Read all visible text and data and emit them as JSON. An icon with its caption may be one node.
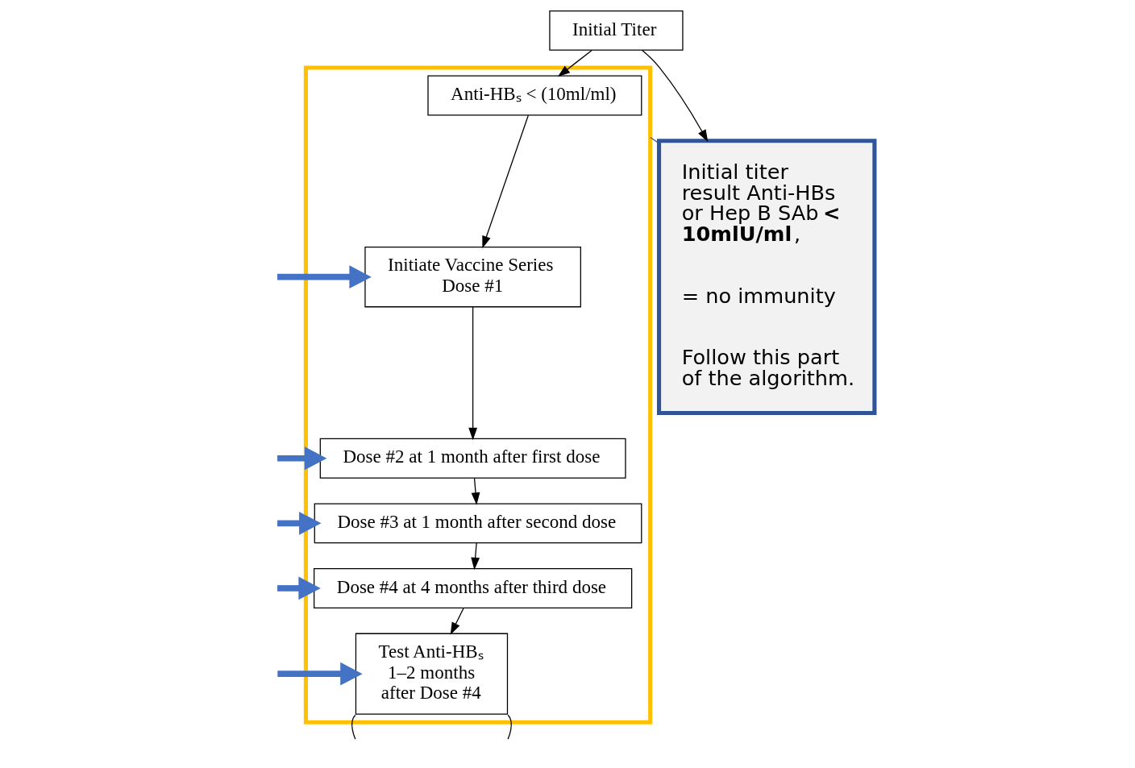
{
  "diagram": {
    "nodes": [
      {
        "text": [
          "Initial Titer"
        ]
      },
      {
        "text": [],
        "shape": "box"
      },
      {
        "text": [
          "Anti-HBₛ < (10ml/ml)"
        ],
        "in": 1
      },
      {
        "text": [
          "Initiate Vaccine Series Dose #1"
        ],
        "in": 1
      },
      {
        "text": [
          "Dose #2 at 1 month after first dose"
        ],
        "in": 1
      },
      {
        "text": [
          "Dose #3 at 1 month after second dose"
        ],
        "in": 1
      },
      {
        "text": [
          "Dose #4 at 4 months after third dose"
        ],
        "in": 1
      },
      {
        "text": [
          "Test Anti-HBₛ 1–2 months after Dose #4"
        ],
        "in": 1
      },
      {
        "text": [
          "Initial titer result Anti-HBs or Hep B SAb **< 10mlU/ml**,",
          "= no immunity",
          "Follow this part of the algorithm."
        ]
      }
    ],
    "edges": [
      {
        "from": 0,
        "to": 2,
        "arrow": "to"
      },
      {
        "from": 0,
        "to": 8,
        "arrow": "to"
      },
      {
        "from": 2,
        "to": 3,
        "arrow": "to"
      },
      {
        "from": 3,
        "to": 4,
        "arrow": "to"
      },
      {
        "from": 4,
        "to": 5,
        "arrow": "to"
      },
      {
        "from": 5,
        "to": 6,
        "arrow": "to"
      },
      {
        "from": 6,
        "to": 7,
        "arrow": "to"
      },
      {
        "from": 1,
        "to": 8,
        "arrow": "none",
        "color": "#2f5597"
      },
      {
        "from": null,
        "to": 3,
        "arrow": "to",
        "style": "thick",
        "color": "#4472c4"
      },
      {
        "from": null,
        "to": 4,
        "arrow": "to",
        "style": "thick",
        "color": "#4472c4"
      },
      {
        "from": null,
        "to": 5,
        "arrow": "to",
        "style": "thick",
        "color": "#4472c4"
      },
      {
        "from": null,
        "to": 6,
        "arrow": "to",
        "style": "thick",
        "color": "#4472c4"
      },
      {
        "from": null,
        "to": 7,
        "arrow": "to",
        "style": "thick",
        "color": "#4472c4"
      },
      {
        "from": 7,
        "to": null,
        "arrow": "none"
      },
      {
        "from": 7,
        "to": null,
        "arrow": "none"
      }
    ]
  }
}
